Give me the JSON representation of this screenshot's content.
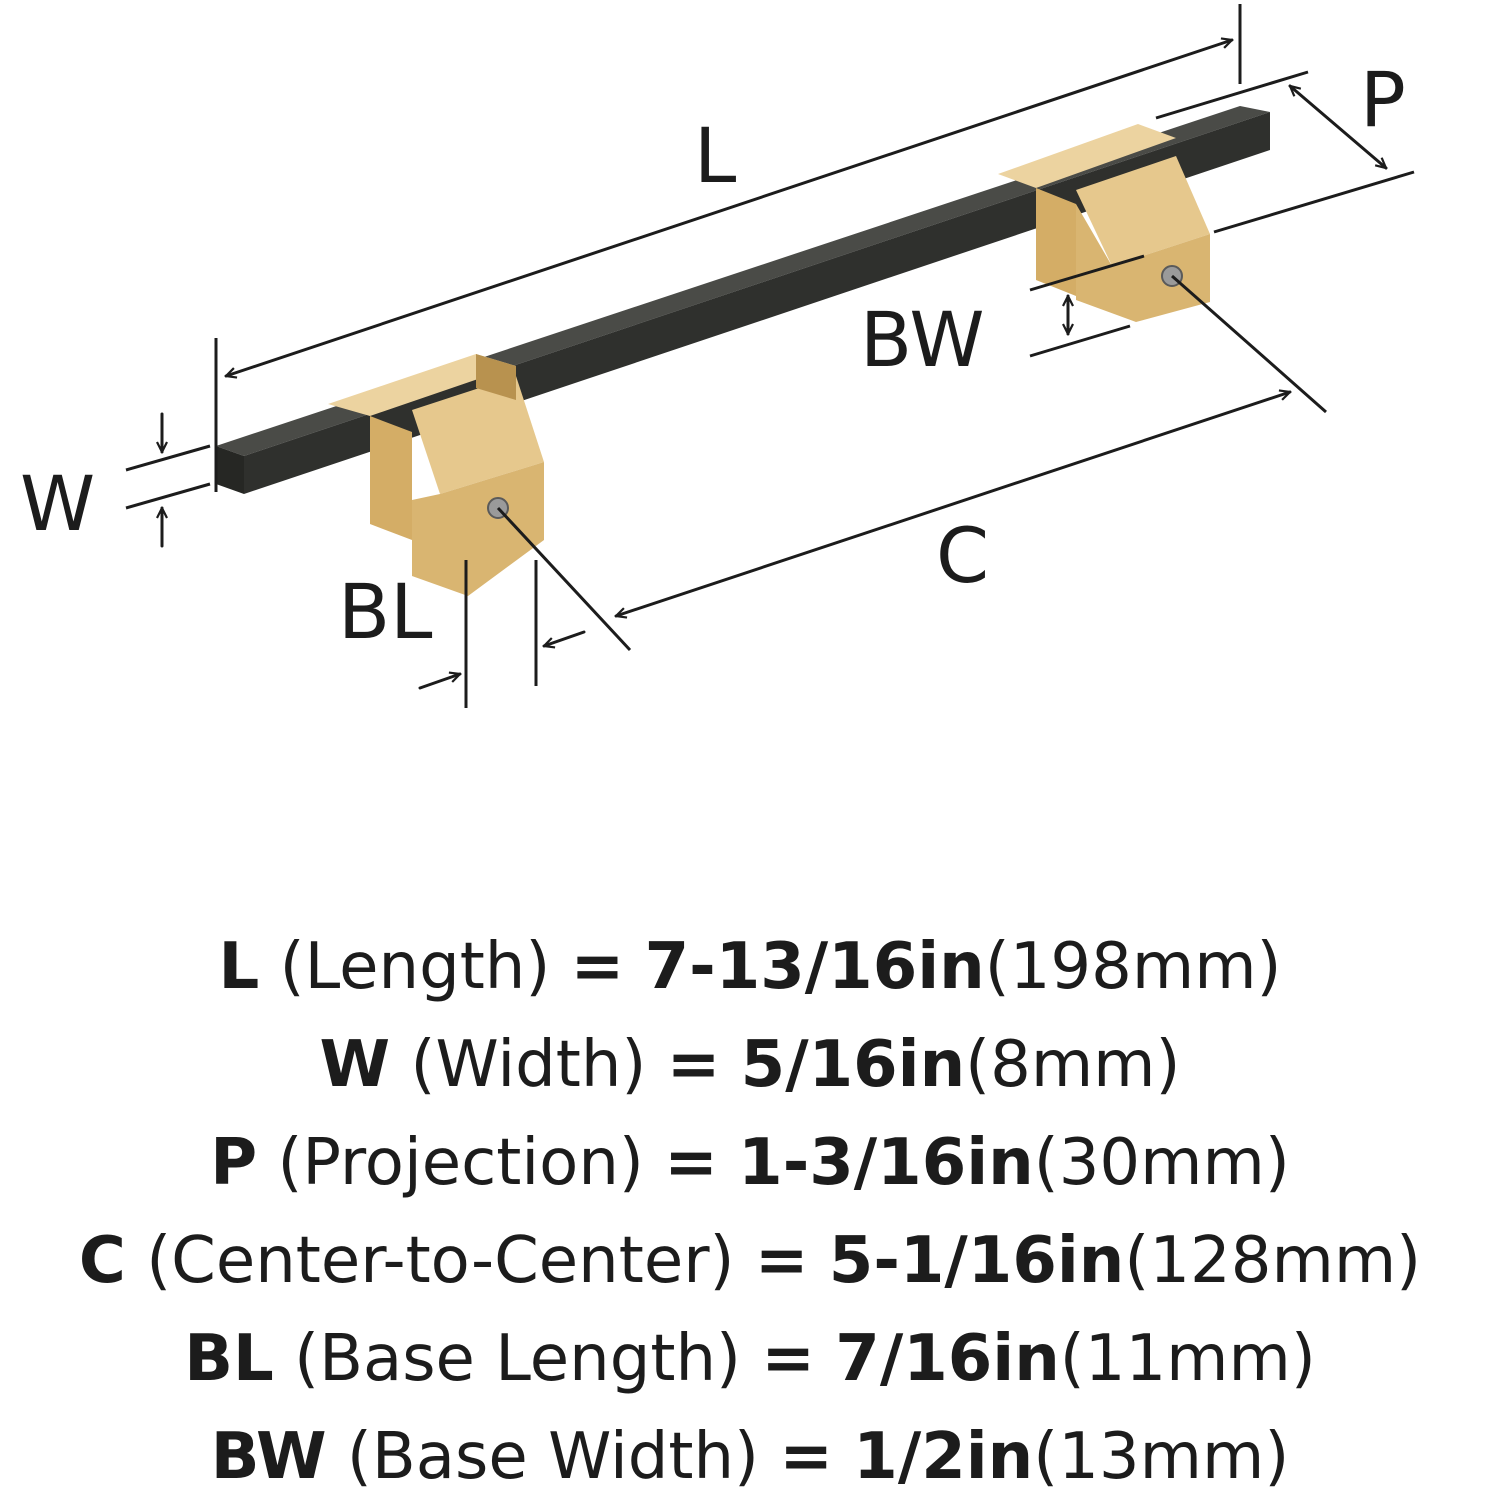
{
  "colors": {
    "bar": "#2f302d",
    "bar_top": "#4a4b47",
    "brass": "#d9b571",
    "brass_light": "#ecd3a0",
    "brass_dark": "#b8924f",
    "ink": "#1c1c1c"
  },
  "labels": {
    "L": "L",
    "P": "P",
    "BW": "BW",
    "W": "W",
    "C": "C",
    "BL": "BL"
  },
  "specs": [
    {
      "code": "L",
      "name": "(Length)",
      "eq": "=",
      "imperial": "7-13/16in",
      "metric": "(198mm)"
    },
    {
      "code": "W",
      "name": "(Width)",
      "eq": "=",
      "imperial": "5/16in",
      "metric": "(8mm)"
    },
    {
      "code": "P",
      "name": "(Projection)",
      "eq": "=",
      "imperial": "1-3/16in",
      "metric": "(30mm)"
    },
    {
      "code": "C",
      "name": "(Center-to-Center)",
      "eq": "=",
      "imperial": "5-1/16in",
      "metric": "(128mm)"
    },
    {
      "code": "BL",
      "name": "(Base Length)",
      "eq": "=",
      "imperial": "7/16in",
      "metric": "(11mm)"
    },
    {
      "code": "BW",
      "name": "(Base Width)",
      "eq": "=",
      "imperial": "1/2in",
      "metric": "(13mm)"
    }
  ]
}
